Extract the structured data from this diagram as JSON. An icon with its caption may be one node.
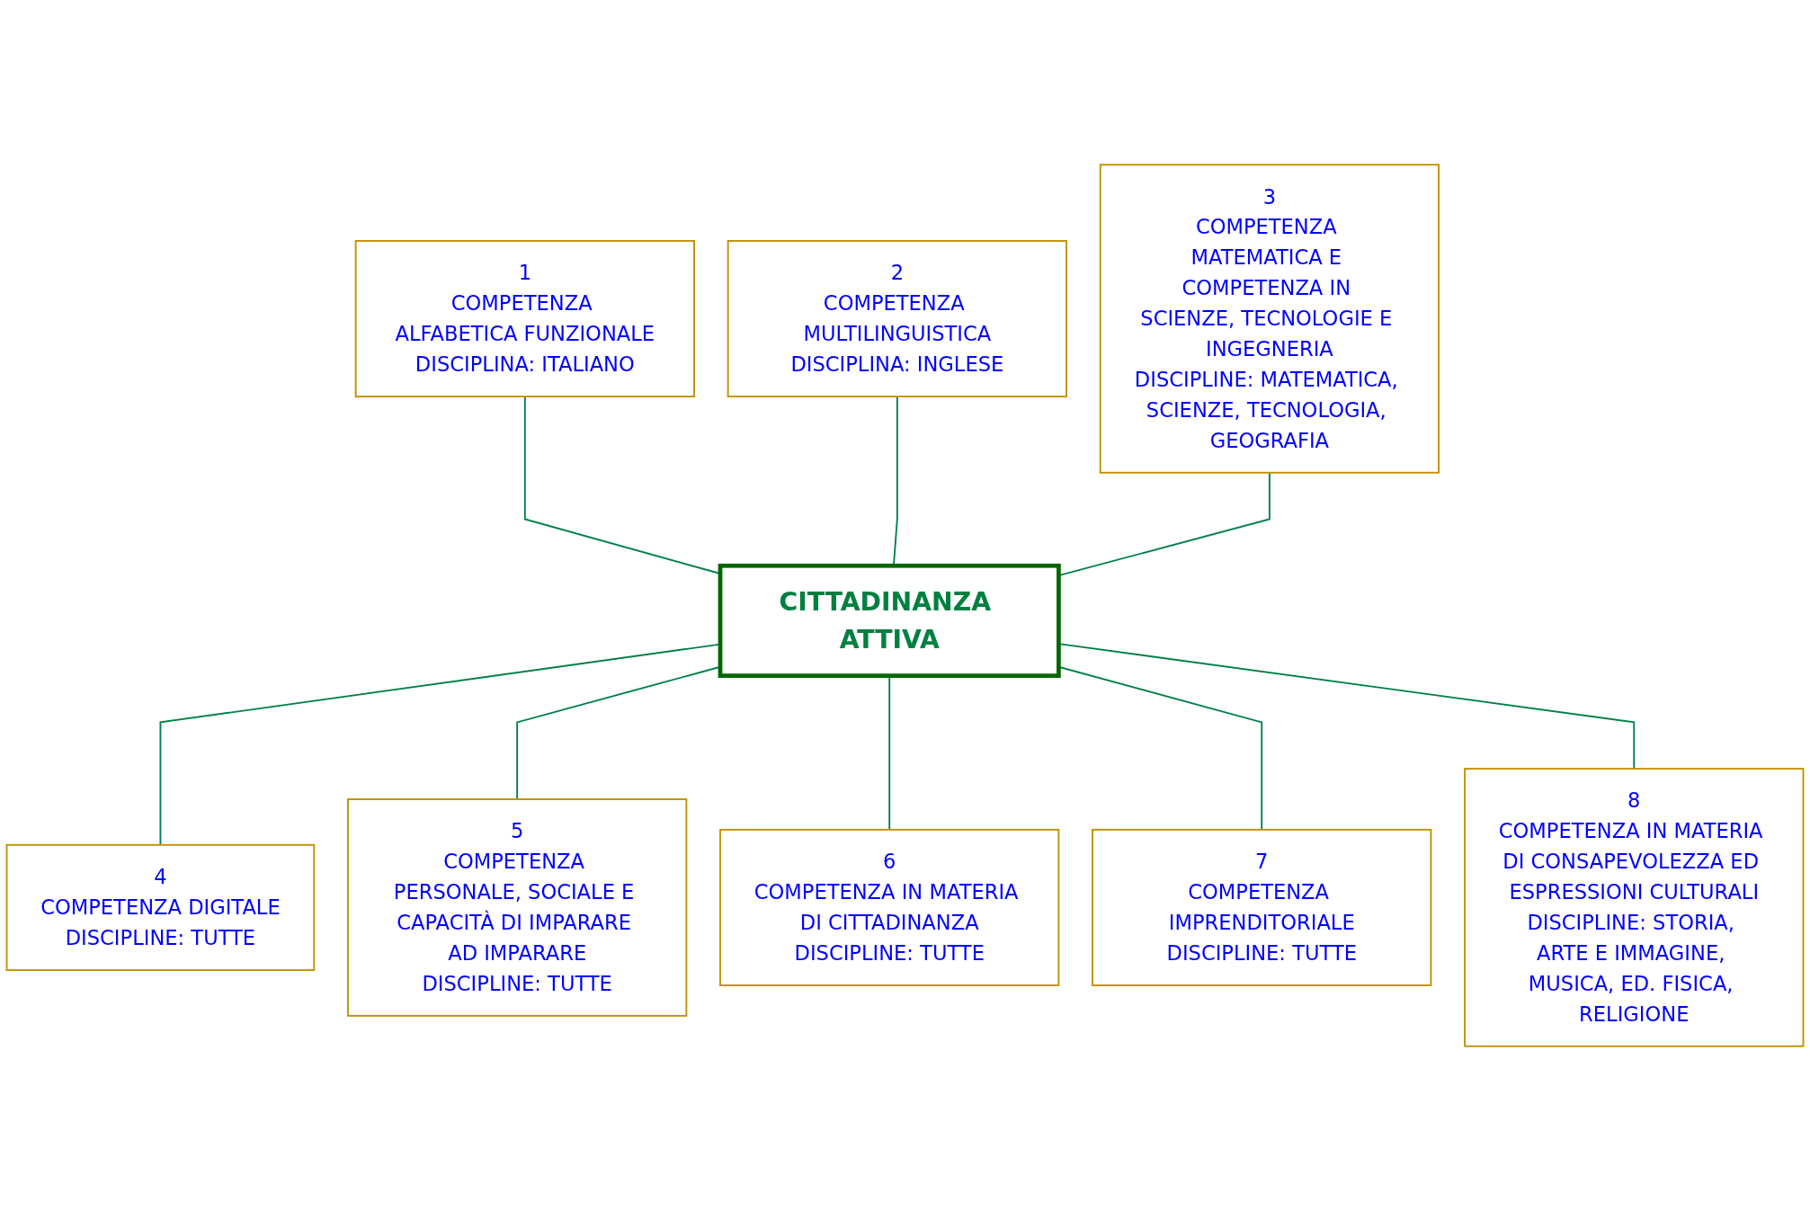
{
  "diagram": {
    "nodes": [
      {
        "text": [
          "CITTADINANZA ATTIVA"
        ]
      },
      {
        "text": [
          "1",
          "COMPETENZA ALFABETICA FUNZIONALE",
          "DISCIPLINA: ITALIANO"
        ]
      },
      {
        "text": [
          "2",
          "COMPETENZA MULTILINGUISTICA",
          "DISCIPLINA: INGLESE"
        ]
      },
      {
        "text": [
          "3",
          "COMPETENZA MATEMATICA E COMPETENZA IN SCIENZE, TECNOLOGIE E INGEGNERIA",
          "DISCIPLINE: MATEMATICA, SCIENZE, TECNOLOGIA, GEOGRAFIA"
        ]
      },
      {
        "text": [
          "4",
          "COMPETENZA DIGITALE",
          "DISCIPLINE: TUTTE"
        ]
      },
      {
        "text": [
          "5",
          "COMPETENZA PERSONALE, SOCIALE E CAPACITÀ DI IMPARARE AD IMPARARE",
          "DISCIPLINE: TUTTE"
        ]
      },
      {
        "text": [
          "6",
          "COMPETENZA IN MATERIA DI CITTADINANZA",
          "DISCIPLINE: TUTTE"
        ]
      },
      {
        "text": [
          "7",
          "COMPETENZA IMPRENDITORIALE",
          "DISCIPLINE: TUTTE"
        ]
      },
      {
        "text": [
          "8",
          "COMPETENZA IN MATERIA DI CONSAPEVOLEZZA ED ESPRESSIONI CULTURALI",
          "DISCIPLINE: STORIA, ARTE E IMMAGINE, MUSICA, ED. FISICA, RELIGIONE"
        ]
      }
    ],
    "edges": [
      {
        "from": 1,
        "to": 0,
        "arrow": "none"
      },
      {
        "from": 2,
        "to": 0,
        "arrow": "none"
      },
      {
        "from": 3,
        "to": 0,
        "arrow": "none"
      },
      {
        "from": 0,
        "to": 4,
        "arrow": "none"
      },
      {
        "from": 0,
        "to": 5,
        "arrow": "none"
      },
      {
        "from": 0,
        "to": 6,
        "arrow": "none"
      },
      {
        "from": 0,
        "to": 7,
        "arrow": "none"
      },
      {
        "from": 0,
        "to": 8,
        "arrow": "none"
      }
    ]
  }
}
